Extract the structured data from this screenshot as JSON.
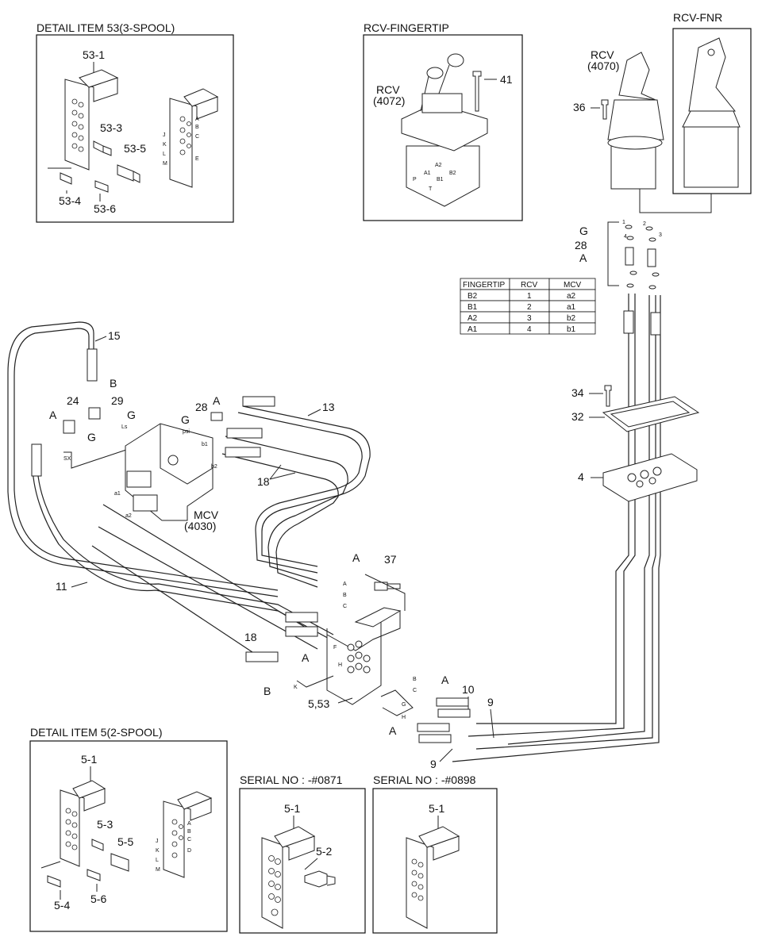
{
  "titles": {
    "detail53": "DETAIL ITEM 53(3-SPOOL)",
    "fingertip": "RCV-FINGERTIP",
    "fnr": "RCV-FNR",
    "detail5": "DETAIL ITEM 5(2-SPOOL)",
    "serial1": "SERIAL NO : -#0871",
    "serial2": "SERIAL NO : -#0898"
  },
  "detail53": {
    "p1": "53-1",
    "p3": "53-3",
    "p5": "53-5",
    "p4": "53-4",
    "p6": "53-6"
  },
  "detail5": {
    "p1": "5-1",
    "p3": "5-3",
    "p5": "5-5",
    "p4": "5-4",
    "p6": "5-6"
  },
  "serial1": {
    "p1": "5-1",
    "p2": "5-2"
  },
  "serial2": {
    "p1": "5-1"
  },
  "fingertip": {
    "rcv": "RCV",
    "code": "(4072)",
    "p41": "41"
  },
  "fnr": {
    "rcv": "RCV",
    "code": "(4070)",
    "p36": "36"
  },
  "ports": {
    "g": "G",
    "p28": "28",
    "a": "A",
    "n1": "1",
    "n2": "2",
    "n3": "3",
    "n4": "4"
  },
  "table": {
    "headers": [
      "FINGERTIP",
      "RCV",
      "MCV"
    ],
    "rows": [
      [
        "B2",
        "1",
        "a2"
      ],
      [
        "B1",
        "2",
        "a1"
      ],
      [
        "A2",
        "3",
        "b2"
      ],
      [
        "A1",
        "4",
        "b1"
      ]
    ]
  },
  "main": {
    "p15": "15",
    "b_top": "B",
    "p24": "24",
    "p29": "29",
    "a_left": "A",
    "g_left": "G",
    "g_right": "G",
    "p28": "28",
    "a_top": "A",
    "g_mid": "G",
    "p13": "13",
    "p18_top": "18",
    "mcv": "MCV",
    "mcv_code": "(4030)",
    "p11": "11",
    "p18_low": "18",
    "a_mid": "A",
    "p37": "37",
    "a_low": "A",
    "b_low": "B",
    "p553": "5,53",
    "a_right": "A",
    "p10": "10",
    "p9a": "9",
    "a_bot": "A",
    "p9b": "9",
    "p34": "34",
    "p32": "32",
    "p4": "4",
    "psi": "psi",
    "b1": "b1",
    "b2": "b2",
    "a1": "a1",
    "a2": "a2",
    "sx": "SX",
    "ls": "Ls",
    "pa": "A",
    "pb": "B",
    "pc": "C",
    "pk": "K",
    "pf": "F",
    "ph": "H",
    "pb2": "B",
    "pc2": "C",
    "pg": "G",
    "ph2": "H"
  }
}
